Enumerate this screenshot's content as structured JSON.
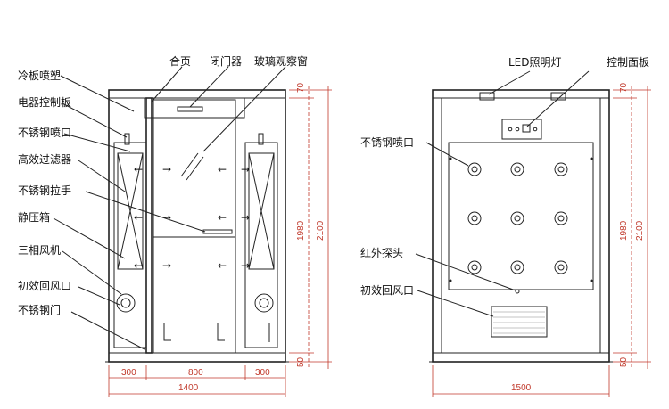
{
  "left_view": {
    "labels_left": [
      "冷板喷塑",
      "电器控制板",
      "不锈钢喷口",
      "高效过滤器",
      "不锈钢拉手",
      "静压箱",
      "三相风机",
      "初效回风口",
      "不锈钢门"
    ],
    "labels_top": [
      "合页",
      "闭门器",
      "玻璃观察窗"
    ],
    "dims_bottom": [
      "300",
      "800",
      "300",
      "1400"
    ],
    "dims_right": [
      "70",
      "1980",
      "2100",
      "50"
    ]
  },
  "right_view": {
    "labels_top": [
      "LED照明灯",
      "控制面板"
    ],
    "labels_left": [
      "不锈钢喷口",
      "红外探头",
      "初效回风口"
    ],
    "dims_bottom": [
      "1500"
    ],
    "dims_right": [
      "70",
      "1980",
      "2100",
      "50"
    ]
  },
  "colors": {
    "line": "#222222",
    "dimension": "#c0392b",
    "fill": "#ffffff"
  }
}
